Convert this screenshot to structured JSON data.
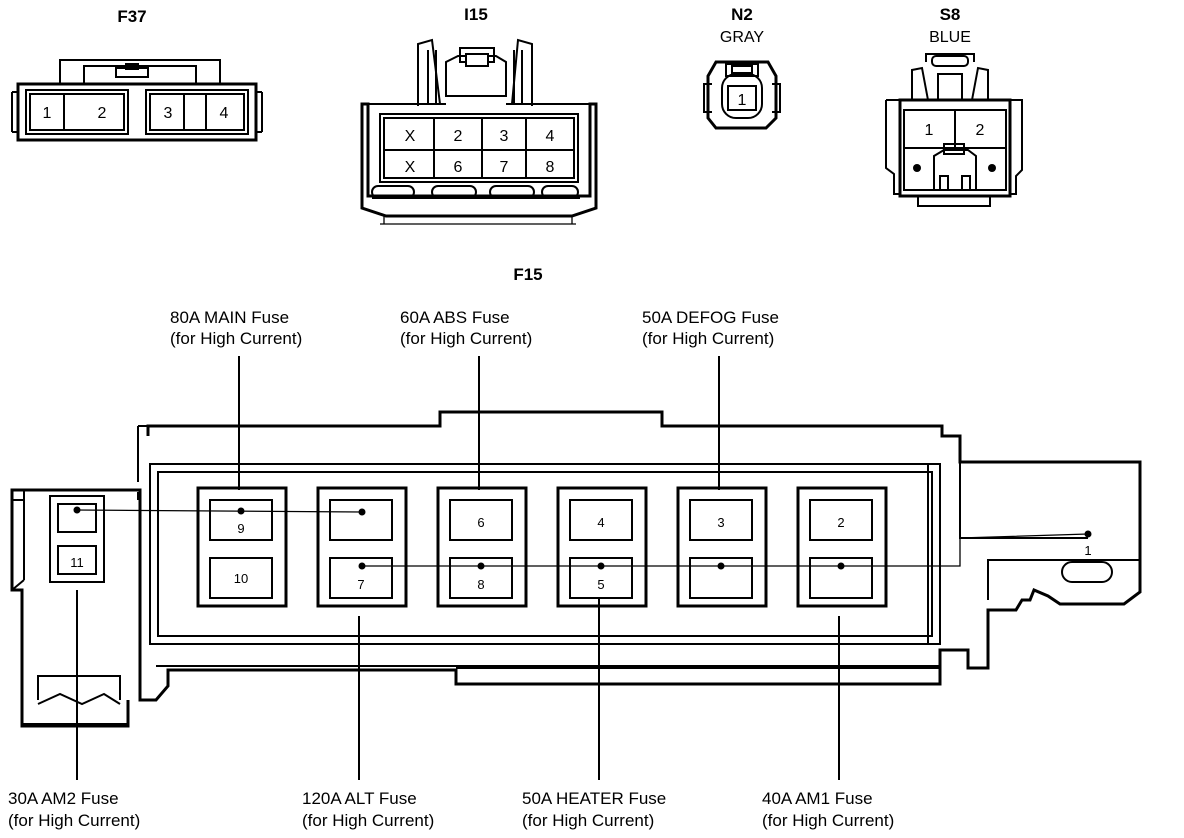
{
  "connectors": {
    "f37": {
      "title": "F37",
      "pins": [
        "1",
        "2",
        "3",
        "4"
      ]
    },
    "i15": {
      "title": "I15",
      "pins": [
        "X",
        "2",
        "3",
        "4",
        "X",
        "6",
        "7",
        "8"
      ]
    },
    "n2": {
      "title": "N2",
      "color": "GRAY",
      "pins": [
        "1"
      ]
    },
    "s8": {
      "title": "S8",
      "color": "BLUE",
      "pins": [
        "1",
        "2"
      ]
    }
  },
  "fuse_block": {
    "title": "F15",
    "pins": [
      "1",
      "2",
      "3",
      "4",
      "5",
      "6",
      "7",
      "8",
      "9",
      "10",
      "11"
    ],
    "labels": {
      "main": {
        "line1": "80A MAIN Fuse",
        "line2": "(for High Current)"
      },
      "abs": {
        "line1": "60A ABS Fuse",
        "line2": "(for High Current)"
      },
      "defog": {
        "line1": "50A DEFOG Fuse",
        "line2": "(for High Current)"
      },
      "am2": {
        "line1": "30A AM2 Fuse",
        "line2": "(for High Current)"
      },
      "alt": {
        "line1": "120A ALT Fuse",
        "line2": "(for High Current)"
      },
      "heater": {
        "line1": "50A HEATER Fuse",
        "line2": "(for High Current)"
      },
      "am1": {
        "line1": "40A AM1 Fuse",
        "line2": "(for High Current)"
      }
    }
  }
}
